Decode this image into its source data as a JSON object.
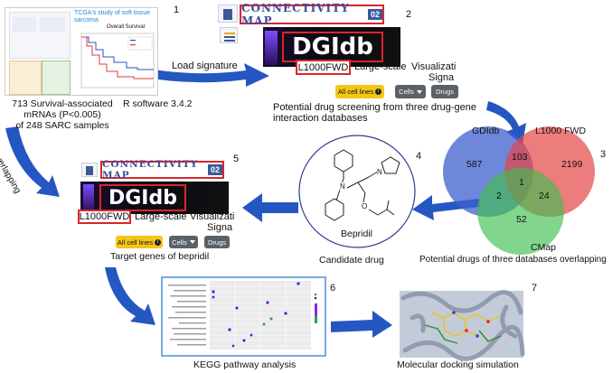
{
  "steps": {
    "s1": "1",
    "s2": "2",
    "s3": "3",
    "s4": "4",
    "s5": "5",
    "s6": "6",
    "s7": "7"
  },
  "panel1": {
    "thumb_title_line1": "TCGA's study of soft tissue",
    "thumb_title_line2": "sarcoma",
    "plot_title": "Overall Survival",
    "caption_line1": "713 Survival-associated",
    "caption_line2": "mRNAs (P<0.005)",
    "caption_line3": "of 248 SARC samples",
    "software": "R software 3.4.2"
  },
  "arrows": {
    "load_signature": "Load signature",
    "overlapping": "Overlapping"
  },
  "panel2": {
    "cmap_title": "CONNECTIVITY MAP",
    "cmap_version": "02",
    "dgidb": "DGIdb",
    "l1000": "L1000FWD",
    "large_scale": "Large-scale",
    "visual": "Visualizati",
    "signa": "Signa",
    "btn_all": "All cell lines",
    "btn_cells": "Cells",
    "btn_drugs": "Drugs",
    "caption_line1": "Potential drug screening from three drug-gene",
    "caption_line2": "interaction databases"
  },
  "panel3": {
    "label_gdi": "GDIdb",
    "label_l1000": "L1000 FWD",
    "label_cmap": "CMap",
    "n_gdi_only": "587",
    "n_gdi_l1000": "103",
    "n_l1000_only": "2199",
    "n_center": "1",
    "n_gdi_cmap": "2",
    "n_l1000_cmap": "24",
    "n_cmap_only": "52",
    "caption": "Potential drugs of three databases overlapping",
    "colors": {
      "gdi": "#3f5fcf",
      "l1000": "#e64545",
      "cmap": "#3fbf4f"
    }
  },
  "panel4": {
    "atom_n1": "N",
    "atom_n2": "N",
    "atom_o": "O",
    "drug_name": "Bepridil",
    "caption": "Candidate drug"
  },
  "panel5": {
    "cmap_title": "CONNECTIVITY MAP",
    "cmap_version": "02",
    "dgidb": "DGIdb",
    "l1000": "L1000FWD",
    "large_scale": "Large-scale",
    "visual": "Visualizati",
    "signa": "Signa",
    "btn_all": "All cell lines",
    "btn_cells": "Cells",
    "btn_drugs": "Drugs",
    "caption": "Target genes of bepridil"
  },
  "panel6": {
    "caption": "KEGG pathway analysis"
  },
  "panel7": {
    "caption": "Molecular docking simulation"
  }
}
